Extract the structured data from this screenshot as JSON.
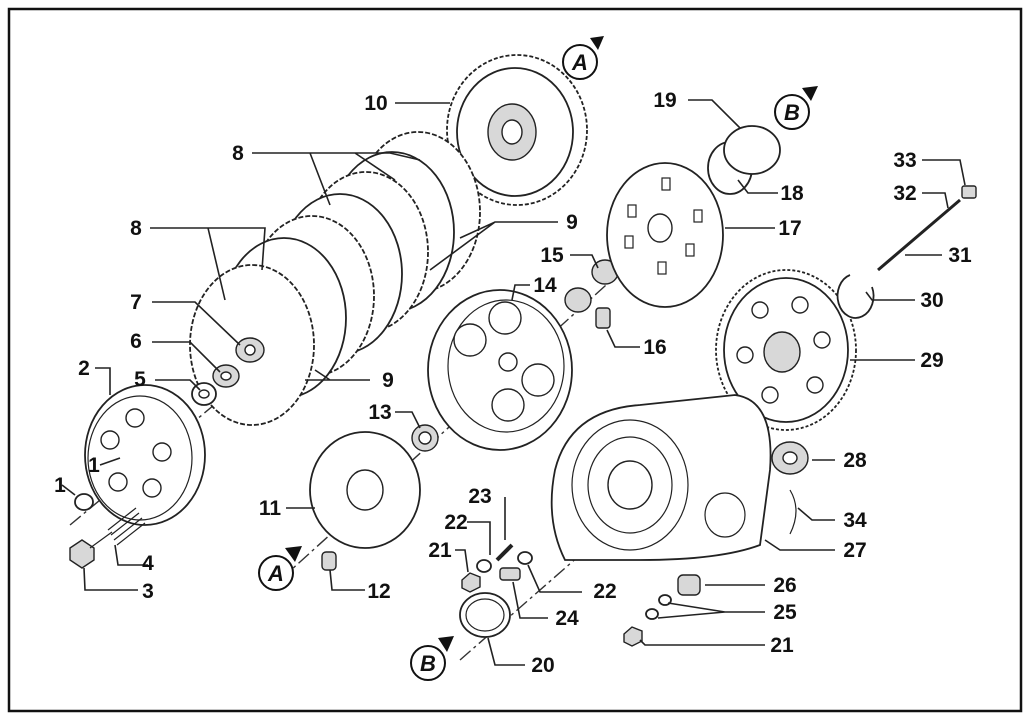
{
  "callouts": {
    "n1a": "1",
    "n1b": "1",
    "n2": "2",
    "n3": "3",
    "n4": "4",
    "n5": "5",
    "n6": "6",
    "n7": "7",
    "n8a": "8",
    "n8b": "8",
    "n9a": "9",
    "n9b": "9",
    "n10": "10",
    "n11": "11",
    "n12": "12",
    "n13": "13",
    "n14": "14",
    "n15": "15",
    "n16": "16",
    "n17": "17",
    "n18": "18",
    "n19": "19",
    "n20": "20",
    "n21a": "21",
    "n21b": "21",
    "n22a": "22",
    "n22b": "22",
    "n23": "23",
    "n24": "24",
    "n25": "25",
    "n26": "26",
    "n27": "27",
    "n28": "28",
    "n29": "29",
    "n30": "30",
    "n31": "31",
    "n32": "32",
    "n33": "33",
    "n34": "34"
  },
  "badges": {
    "a_top": "A",
    "a_bottom": "A",
    "b_top": "B",
    "b_bottom": "B"
  }
}
